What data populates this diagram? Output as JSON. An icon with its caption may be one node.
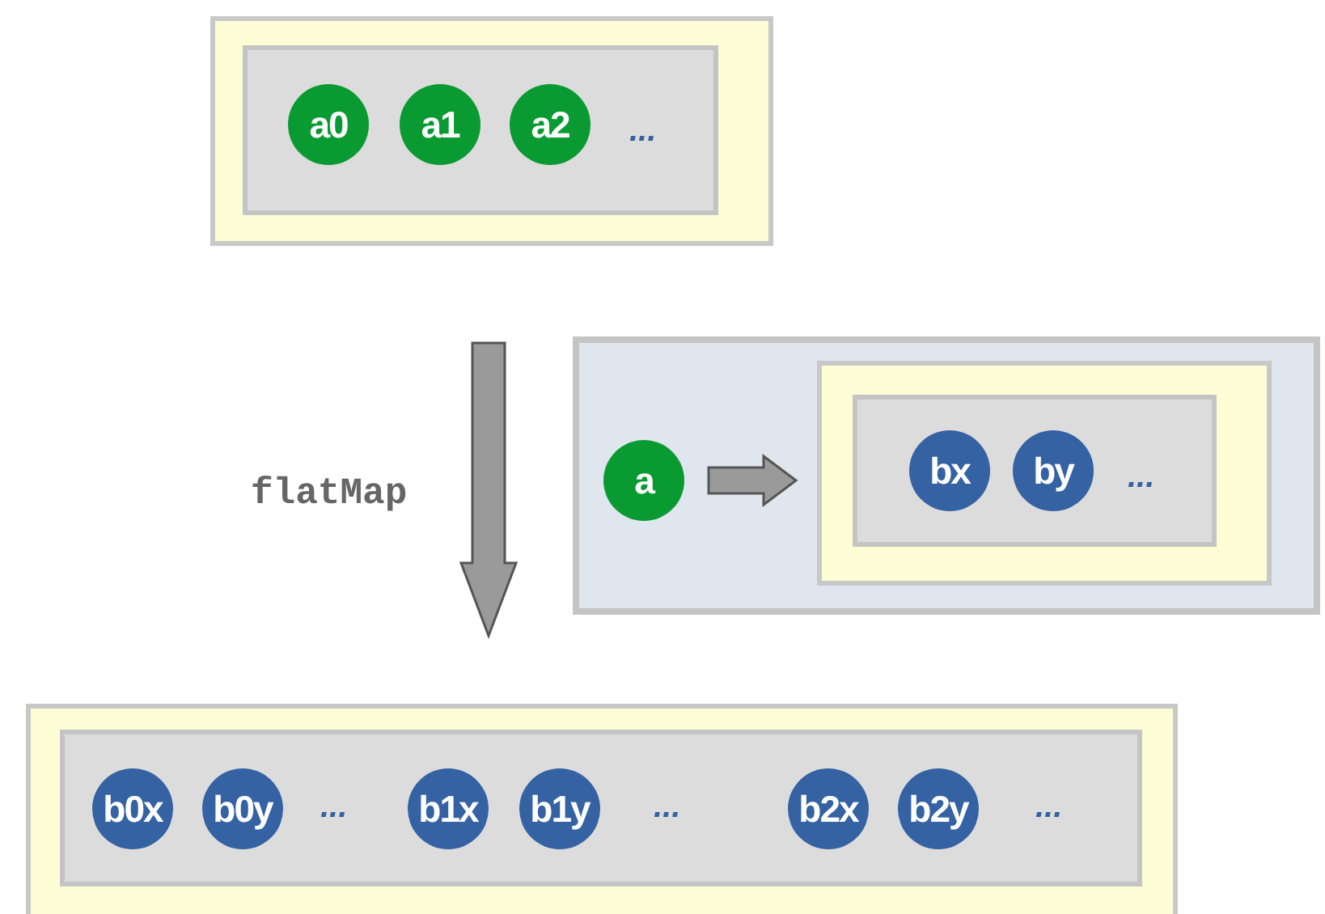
{
  "diagram": {
    "nodes": [
      {
        "text": [],
        "shape": "box"
      },
      {
        "text": [],
        "shape": "box",
        "in": 0
      },
      {
        "text": [
          "a0"
        ],
        "in": 1
      },
      {
        "text": [
          "a1"
        ],
        "in": 1
      },
      {
        "text": [
          "a2"
        ],
        "in": 1
      },
      {
        "text": [],
        "shape": "box"
      },
      {
        "text": [
          "a"
        ],
        "in": 5
      },
      {
        "text": [],
        "shape": "box",
        "in": 5
      },
      {
        "text": [],
        "shape": "box",
        "in": 7
      },
      {
        "text": [
          "bx"
        ],
        "in": 8
      },
      {
        "text": [
          "by"
        ],
        "in": 8
      },
      {
        "text": [],
        "shape": "box"
      },
      {
        "text": [],
        "shape": "box",
        "in": 11
      },
      {
        "text": [
          "b0x"
        ],
        "in": 12
      },
      {
        "text": [
          "b0y"
        ],
        "in": 12
      },
      {
        "text": [
          "b1x"
        ],
        "in": 12
      },
      {
        "text": [
          "b1y"
        ],
        "in": 12
      },
      {
        "text": [
          "b2x"
        ],
        "in": 12
      },
      {
        "text": [
          "b2y"
        ],
        "in": 12
      }
    ],
    "edges": [
      {
        "from": 0,
        "to": 11,
        "arrow": "to",
        "label": "flatMap",
        "style": "thick"
      },
      {
        "from": 6,
        "to": 7,
        "arrow": "to",
        "style": "thick"
      }
    ],
    "labels": [
      "...",
      "...",
      "...",
      "...",
      "..."
    ]
  }
}
